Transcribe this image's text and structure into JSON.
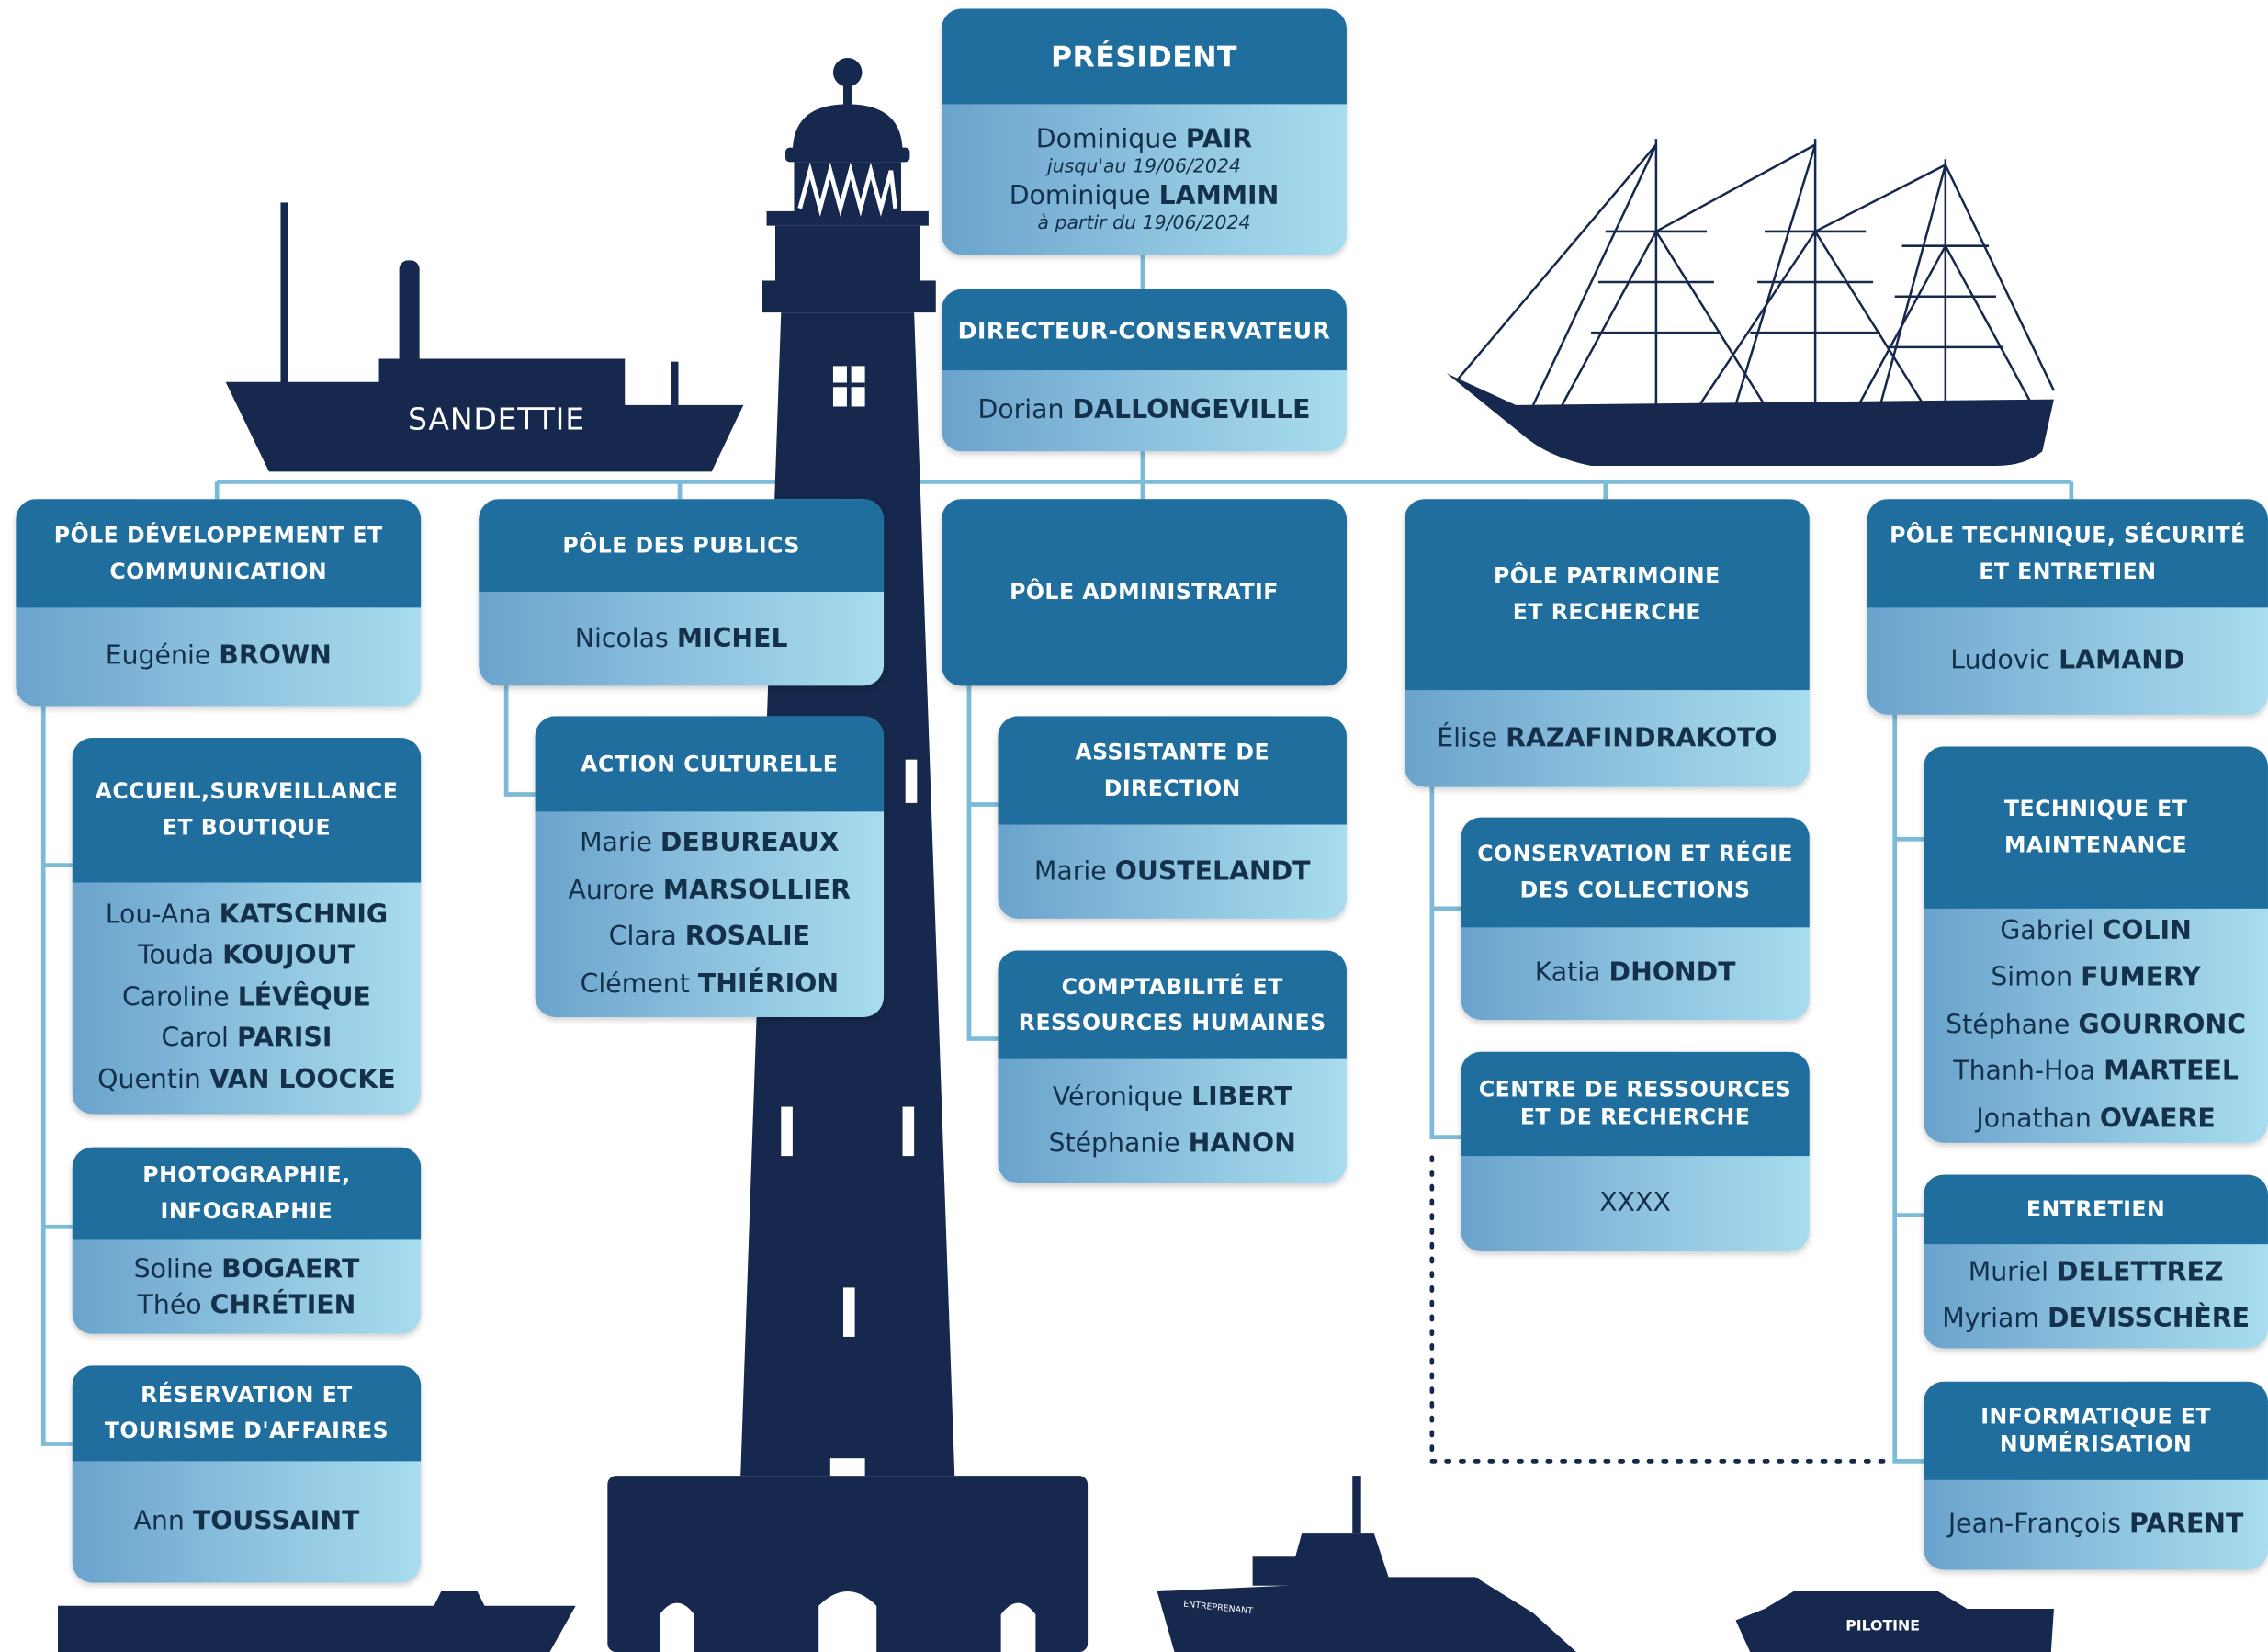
{
  "president": {
    "title": "PRÉSIDENT",
    "people": [
      {
        "first": "Dominique",
        "last": "PAIR",
        "note": "jusqu'au 19/06/2024"
      },
      {
        "first": "Dominique",
        "last": "LAMMIN",
        "note": "à partir du 19/06/2024"
      }
    ]
  },
  "directeur": {
    "title": "DIRECTEUR-CONSERVATEUR",
    "people": [
      {
        "first": "Dorian",
        "last": "DALLONGEVILLE"
      }
    ]
  },
  "poles": {
    "developpement": {
      "title": "PÔLE DÉVELOPPEMENT ET COMMUNICATION",
      "people": [
        {
          "first": "Eugénie",
          "last": "BROWN"
        }
      ]
    },
    "publics": {
      "title": "PÔLE DES PUBLICS",
      "people": [
        {
          "first": "Nicolas",
          "last": "MICHEL"
        }
      ]
    },
    "administratif": {
      "title": "PÔLE ADMINISTRATIF",
      "people": []
    },
    "patrimoine": {
      "title": "PÔLE PATRIMOINE ET RECHERCHE",
      "people": [
        {
          "first": "Élise",
          "last": "RAZAFINDRAKOTO"
        }
      ]
    },
    "technique": {
      "title": "PÔLE TECHNIQUE, SÉCURITÉ ET ENTRETIEN",
      "people": [
        {
          "first": "Ludovic",
          "last": "LAMAND"
        }
      ]
    }
  },
  "services": {
    "accueil": {
      "title": "ACCUEIL,SURVEILLANCE ET BOUTIQUE",
      "people": [
        {
          "first": "Lou-Ana",
          "last": "KATSCHNIG"
        },
        {
          "first": "Touda",
          "last": "KOUJOUT"
        },
        {
          "first": "Caroline",
          "last": "LÉVÊQUE"
        },
        {
          "first": "Carol",
          "last": "PARISI"
        },
        {
          "first": "Quentin",
          "last": "VAN LOOCKE"
        }
      ]
    },
    "photo": {
      "title": "PHOTOGRAPHIE, INFOGRAPHIE",
      "people": [
        {
          "first": "Soline",
          "last": "BOGAERT"
        },
        {
          "first": "Théo",
          "last": "CHRÉTIEN"
        }
      ]
    },
    "reservation": {
      "title": "RÉSERVATION ET TOURISME D'AFFAIRES",
      "people": [
        {
          "first": "Ann",
          "last": "TOUSSAINT"
        }
      ]
    },
    "culturelle": {
      "title": "ACTION CULTURELLE",
      "people": [
        {
          "first": "Marie",
          "last": "DEBUREAUX"
        },
        {
          "first": "Aurore",
          "last": "MARSOLLIER"
        },
        {
          "first": "Clara",
          "last": "ROSALIE"
        },
        {
          "first": "Clément",
          "last": "THIÉRION"
        }
      ]
    },
    "assistante": {
      "title": "ASSISTANTE DE DIRECTION",
      "people": [
        {
          "first": "Marie",
          "last": "OUSTELANDT"
        }
      ]
    },
    "comptabilite": {
      "title": "COMPTABILITÉ ET RESSOURCES HUMAINES",
      "people": [
        {
          "first": "Véronique",
          "last": "LIBERT"
        },
        {
          "first": "Stéphanie",
          "last": "HANON"
        }
      ]
    },
    "conservation": {
      "title": "CONSERVATION ET RÉGIE DES COLLECTIONS",
      "people": [
        {
          "first": "Katia",
          "last": "DHONDT"
        }
      ]
    },
    "centre": {
      "title": "CENTRE DE RESSOURCES ET DE RECHERCHE",
      "people": [
        {
          "first": "",
          "last": "XXXX"
        }
      ]
    },
    "maintenance": {
      "title": "TECHNIQUE ET MAINTENANCE",
      "people": [
        {
          "first": "Gabriel",
          "last": "COLIN"
        },
        {
          "first": "Simon",
          "last": "FUMERY"
        },
        {
          "first": "Stéphane",
          "last": "GOURRONC"
        },
        {
          "first": "Thanh-Hoa",
          "last": "MARTEEL"
        },
        {
          "first": "Jonathan",
          "last": "OVAERE"
        }
      ]
    },
    "entretien": {
      "title": "ENTRETIEN",
      "people": [
        {
          "first": "Muriel",
          "last": "DELETTREZ"
        },
        {
          "first": "Myriam",
          "last": "DEVISSCHÈRE"
        }
      ]
    },
    "informatique": {
      "title": "INFORMATIQUE ET NUMÉRISATION",
      "people": [
        {
          "first": "Jean-François",
          "last": "PARENT"
        }
      ]
    }
  },
  "ships": {
    "sandettie": "SANDETTIE",
    "pilotine": "PILOTINE",
    "entreprenant": "ENTREPRENANT"
  },
  "colors": {
    "header": "#1f6e9e",
    "silhouette": "#16284d",
    "connector": "#7bbbd8",
    "text": "#14304a"
  }
}
